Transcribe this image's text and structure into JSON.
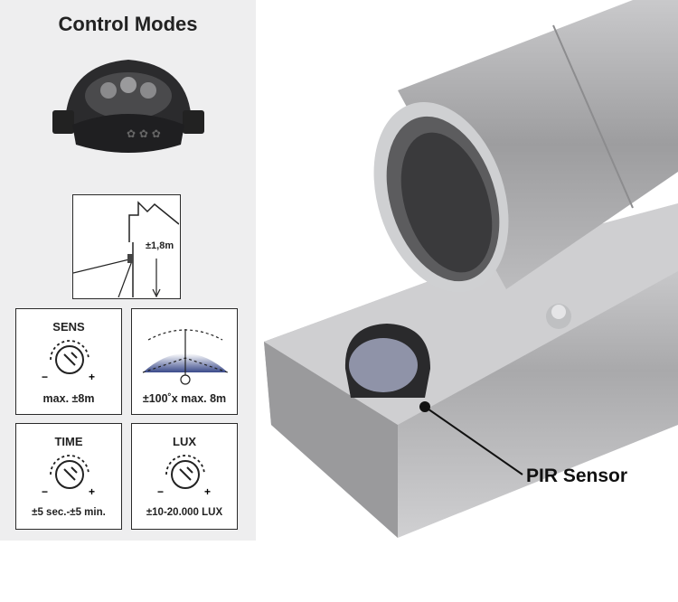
{
  "panel": {
    "title": "Control Modes",
    "mount_height": "±1,8m",
    "sens": {
      "label": "SENS",
      "value": "max. ±8m"
    },
    "range": {
      "value": "±100˚x max. 8m"
    },
    "time": {
      "label": "TIME",
      "value": "±5 sec.-±5 min."
    },
    "lux": {
      "label": "LUX",
      "value": "±10-20.000 LUX"
    },
    "dial_minus": "−",
    "dial_plus": "+"
  },
  "photo": {
    "pir_label": "PIR Sensor"
  },
  "colors": {
    "panel_bg": "#eeeeef",
    "detection_zone": "#3a4a8a",
    "steel": "#b8b8ba"
  }
}
